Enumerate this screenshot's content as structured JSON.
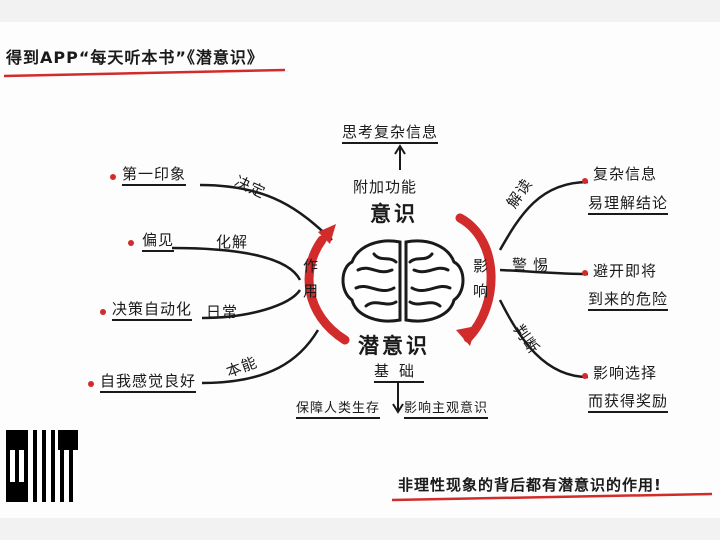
{
  "header": {
    "title": "得到APP“每天听本书”《潜意识》"
  },
  "center": {
    "top_word": "意识",
    "bottom_word": "潜意识",
    "above_label": "附加功能",
    "top_result": "思考复杂信息",
    "below_label": "基础",
    "bottom_left": "保障人类生存",
    "bottom_right": "影响主观意识",
    "left_axis": "作用",
    "right_axis": "影响"
  },
  "left_branches": [
    {
      "verb": "决定",
      "result": "第一印象"
    },
    {
      "verb": "化解",
      "result": "偏见"
    },
    {
      "verb": "日常",
      "result": "决策自动化"
    },
    {
      "verb": "本能",
      "result": "自我感觉良好"
    }
  ],
  "right_branches": [
    {
      "verb": "解读",
      "result_line1": "复杂信息",
      "result_line2": "易理解结论"
    },
    {
      "verb": "警惕",
      "result_line1": "避开即将",
      "result_line2": "到来的危险"
    },
    {
      "verb": "判断",
      "result_line1": "影响选择",
      "result_line2": "而获得奖励"
    }
  ],
  "footer": {
    "text": "非理性现象的背后都有潜意识的作用!"
  },
  "colors": {
    "accent": "#d12b2b",
    "ink": "#1a1a1a"
  },
  "icons": {
    "brain": "brain-icon",
    "qr": "qr-code-icon"
  }
}
